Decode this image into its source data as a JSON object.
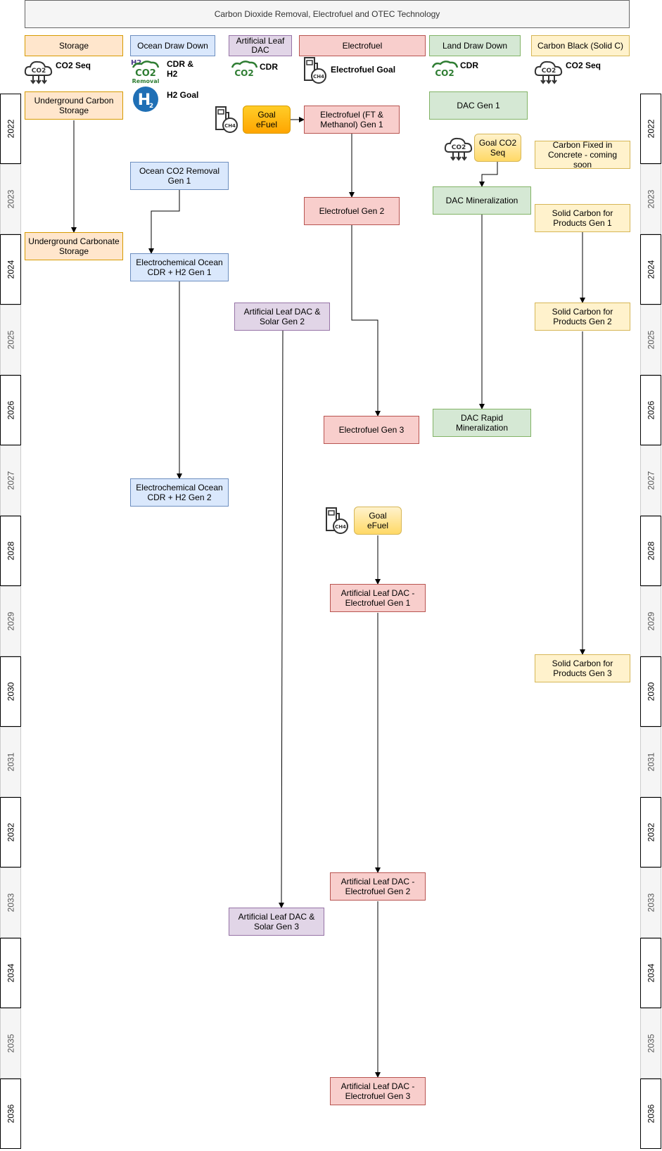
{
  "title": "Carbon Dioxide Removal, Electrofuel and OTEC Technology",
  "lanes": {
    "storage": "Storage",
    "ocean": "Ocean Draw Down",
    "leaf": "Artificial Leaf DAC",
    "electrofuel": "Electrofuel",
    "land": "Land Draw Down",
    "carbon_black": "Carbon Black (Solid C)"
  },
  "icon_labels": {
    "storage_co2_seq": "CO2 Seq",
    "ocean_cdr_h2": "CDR & H2",
    "ocean_h2_goal": "H2 Goal",
    "leaf_cdr": "CDR",
    "electrofuel_goal": "Electrofuel Goal",
    "land_cdr": "CDR",
    "carbon_co2_seq": "CO2 Seq"
  },
  "icon_text": {
    "co2": "CO2",
    "h2": "H2",
    "removal": "Removal",
    "ch4": "CH4"
  },
  "nodes": {
    "underground_carbon": "Underground Carbon Storage",
    "underground_carbonate": "Underground Carbonate Storage",
    "ocean_gen1": "Ocean CO2 Removal Gen 1",
    "echem_gen1": "Electrochemical Ocean CDR + H2 Gen 1",
    "echem_gen2": "Electrochemical Ocean CDR + H2 Gen 2",
    "goal_efuel_1": "Goal eFuel",
    "leaf_solar_gen2": "Artificial Leaf DAC & Solar Gen 2",
    "leaf_solar_gen3": "Artificial Leaf DAC & Solar Gen 3",
    "efuel_gen1": "Electrofuel (FT & Methanol) Gen 1",
    "efuel_gen2": "Electrofuel Gen 2",
    "efuel_gen3": "Electrofuel Gen 3",
    "goal_efuel_2": "Goal eFuel",
    "leaf_efuel_gen1": "Artificial Leaf DAC - Electrofuel Gen 1",
    "leaf_efuel_gen2": "Artificial Leaf DAC - Electrofuel Gen 2",
    "leaf_efuel_gen3": "Artificial Leaf DAC - Electrofuel Gen 3",
    "dac_gen1": "DAC Gen 1",
    "goal_co2_seq": "Goal CO2 Seq",
    "dac_mineralization": "DAC Mineralization",
    "dac_rapid": "DAC Rapid Mineralization",
    "carbon_concrete": "Carbon Fixed in Concrete - coming soon",
    "solid_gen1": "Solid Carbon for Products Gen 1",
    "solid_gen2": "Solid Carbon for Products Gen 2",
    "solid_gen3": "Solid Carbon for Products Gen 3"
  },
  "years": [
    "2022",
    "2023",
    "2024",
    "2025",
    "2026",
    "2027",
    "2028",
    "2029",
    "2030",
    "2031",
    "2032",
    "2033",
    "2034",
    "2035",
    "2036"
  ],
  "colors": {
    "orange_fill": "#ffe6cc",
    "blue_fill": "#dae8fc",
    "purple_fill": "#e1d5e7",
    "red_fill": "#f8cecc",
    "green_fill": "#d5e8d4",
    "yellow_fill": "#fff2cc",
    "goal_orange": "#ffa500",
    "co2_green": "#2e7d32",
    "h2_blue": "#1f6fb5"
  }
}
